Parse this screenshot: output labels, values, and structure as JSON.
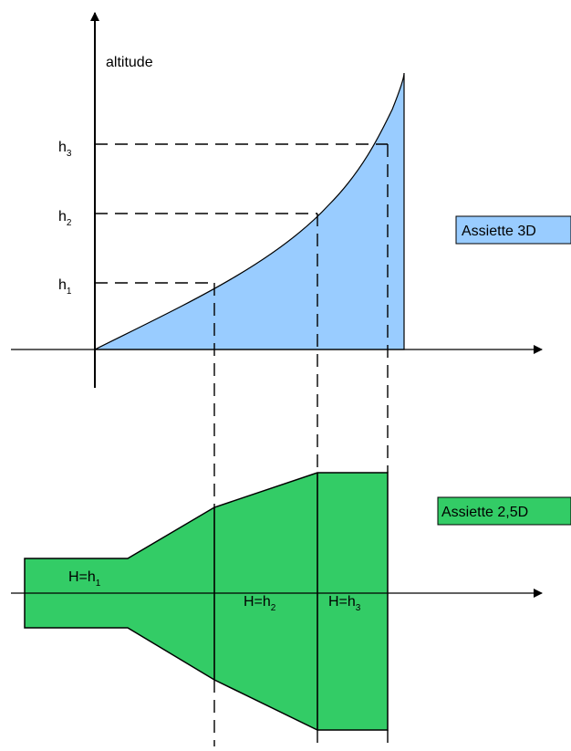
{
  "top_diagram": {
    "axis_label": "altitude",
    "levels": [
      {
        "base": "h",
        "sub": "3"
      },
      {
        "base": "h",
        "sub": "2"
      },
      {
        "base": "h",
        "sub": "1"
      }
    ],
    "label": "Assiette 3D",
    "fill_color": "#99CCFF"
  },
  "bottom_diagram": {
    "label": "Assiette 2,5D",
    "fill_color": "#33CC66",
    "sections": [
      {
        "base": "H=h",
        "sub": "1"
      },
      {
        "base": "H=h",
        "sub": "2"
      },
      {
        "base": "H=h",
        "sub": "3"
      }
    ]
  }
}
